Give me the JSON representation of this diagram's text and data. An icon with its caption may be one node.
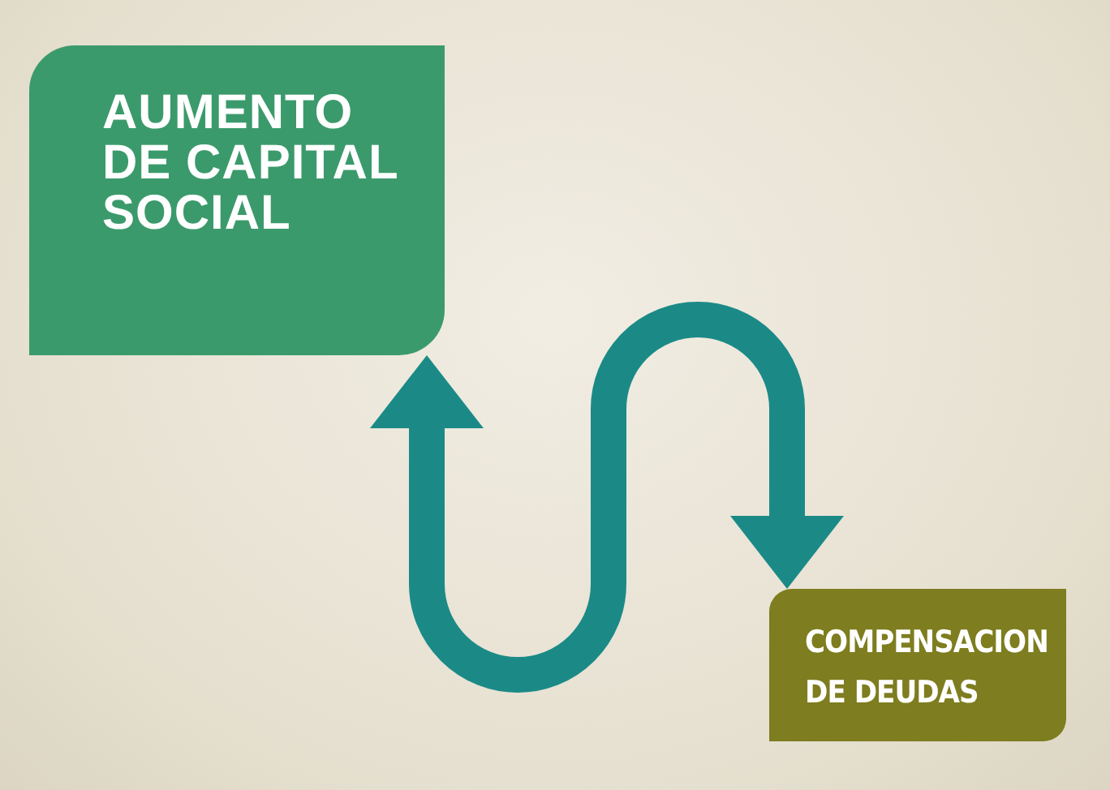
{
  "diagram": {
    "nodes": [
      {
        "text": [
          "AUMENTO DE CAPITAL SOCIAL"
        ]
      },
      {
        "text": [
          "COMPENSACION DE DEUDAS"
        ]
      }
    ],
    "edges": [
      {
        "from": 0,
        "to": 1,
        "arrow": "both"
      }
    ]
  }
}
